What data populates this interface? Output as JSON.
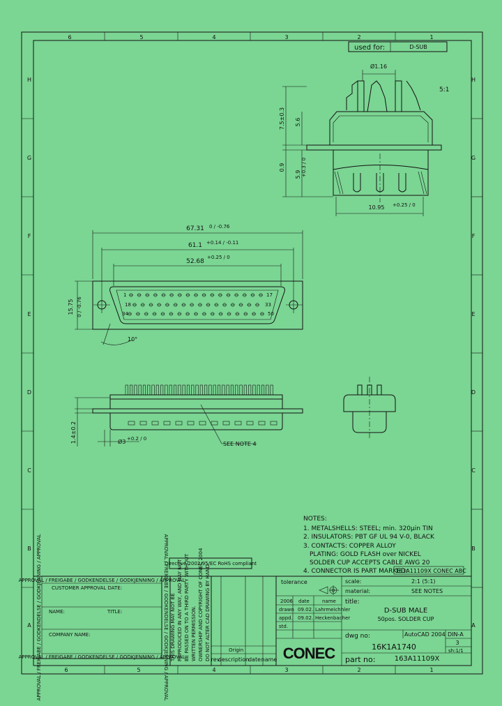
{
  "header": {
    "used_for_label": "used for:",
    "used_for_value": "D-SUB"
  },
  "grid": {
    "columns_top": [
      "6",
      "5",
      "4",
      "3",
      "2",
      "1"
    ],
    "columns_bottom": [
      "6",
      "5",
      "4",
      "3",
      "2",
      "1"
    ],
    "rows": [
      "H",
      "G",
      "F",
      "E",
      "D",
      "C",
      "B",
      "A"
    ]
  },
  "side_view": {
    "scale": "5:1",
    "dia_pin": "Ø1.16",
    "dim_height": "7.5±0.3",
    "dim_shell": "5.6",
    "dim_flange": "0.9",
    "dim_lower": "5.9",
    "dim_lower_tol": "+0.3 / 0",
    "dim_width": "10.95",
    "dim_width_tol": "+0.25 / 0"
  },
  "front_view": {
    "dim_overall": "67.31",
    "dim_overall_tol": "0 / -0.76",
    "dim_holes": "61.1",
    "dim_holes_tol": "+0.14 / -0.11",
    "dim_shell": "52.68",
    "dim_shell_tol": "+0.25 / 0",
    "dim_height": "15.75",
    "dim_height_tol": "0 / -0.76",
    "angle": "10°",
    "pin_labels": [
      "1",
      "17",
      "18",
      "33",
      "34",
      "50"
    ]
  },
  "bottom_view": {
    "dim_1": "1.4±0.2",
    "dim_dia": "Ø3",
    "dim_dia_tol": "+0.2 / 0",
    "see_note": "SEE NOTE 4"
  },
  "notes": {
    "title": "NOTES:",
    "lines": [
      "1. METALSHELLS: STEEL; min. 320µin TIN",
      "2. INSULATORS: PBT GF UL 94 V-0, BLACK",
      "3. CONTACTS: COPPER ALLOY",
      "PLATING: GOLD FLASH over NICKEL",
      "SOLDER CUP ACCEPTS CABLE AWG 20",
      "4. CONNECTOR IS PART MARKED:"
    ],
    "marking": "163A11109X  CONEC  ABC"
  },
  "rohs": "Directive 2002/95/EC RoHS compliant",
  "approval": {
    "side_text": "APPROVAL / FREIGABE / GODKENDELSE / GODKJENNING / APPROVAL",
    "customer_approval_date": "CUSTOMER APPROVAL DATE:",
    "name": "NAME:",
    "title": "TITLE:",
    "company_name": "COMPANY NAME:"
  },
  "copyright": [
    "THIS DRAWING MAY NOT BE",
    "REPRODUCED IN ANY WAY, AND MAY NOT",
    "BE PASSED ON TO A THIRD PARTY WITHOUT",
    "WRITTEN PERMISSION.",
    "OWNERSHIP AND COPYRIGHT OF CONEC 2004",
    "DO NOT ALTER CAD DRAWING BY HAND"
  ],
  "revision": {
    "origin": "Origin",
    "headers": [
      "rev.",
      "description",
      "date",
      "name"
    ]
  },
  "title_block": {
    "tolerance_label": "tolerance",
    "scale_label": "scale:",
    "scale_value": "2:1 (5:1)",
    "material_label": "material:",
    "material_value": "SEE NOTES",
    "date_rows": [
      {
        "label": "2006",
        "date": "date",
        "name": "name"
      },
      {
        "label": "drawn",
        "date": "09.02.",
        "name": "Lahrmeichhler"
      },
      {
        "label": "appd.",
        "date": "09.02.",
        "name": "Heckenbacher"
      },
      {
        "label": "std.",
        "date": "",
        "name": ""
      }
    ],
    "title_label": "title:",
    "title_line1": "D-SUB MALE",
    "title_line2": "50pos.  SOLDER CUP",
    "dwg_no_label": "dwg no:",
    "cad": "AutoCAD 2004",
    "format": "DIN-A",
    "dwg_no": "16K1A1740",
    "format_size": "3",
    "part_no_label": "part no:",
    "part_no": "163A11109X",
    "sheet": "sh:1/1",
    "logo": "CONEC"
  }
}
